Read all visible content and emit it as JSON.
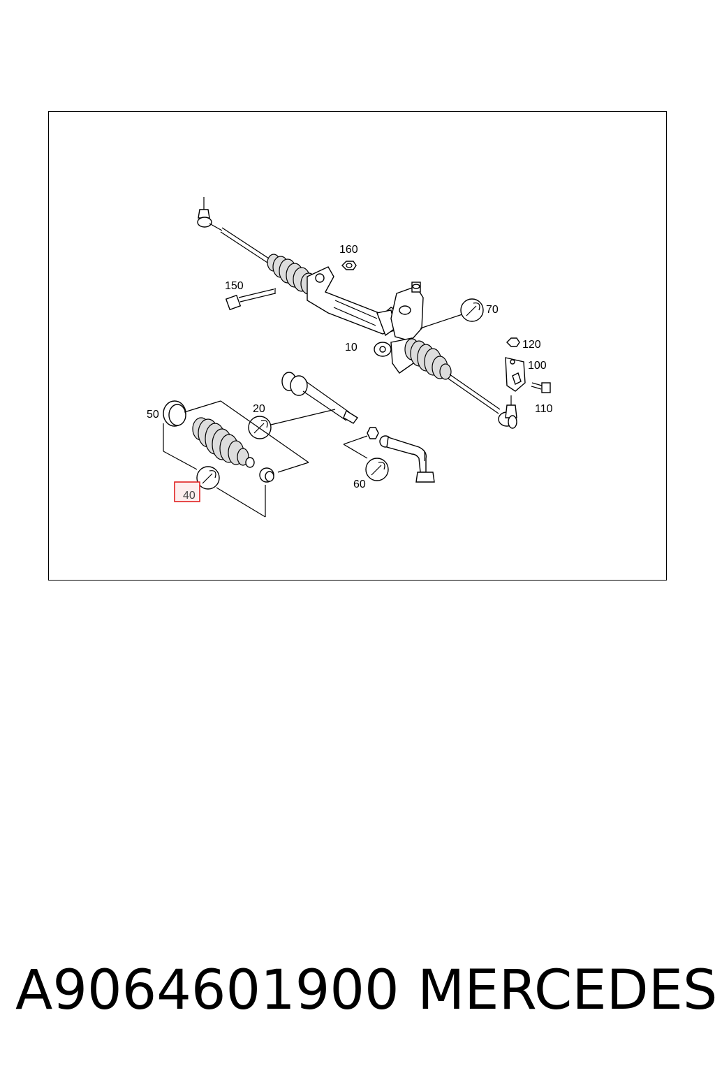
{
  "diagram": {
    "callouts": {
      "c10": "10",
      "c20": "20",
      "c40": "40",
      "c50": "50",
      "c60": "60",
      "c70": "70",
      "c100": "100",
      "c110": "110",
      "c120": "120",
      "c150": "150",
      "c160": "160"
    },
    "highlighted_callout": "40",
    "highlight_color": "#e02020"
  },
  "footer": {
    "part_number": "A9064601900",
    "brand": "MERCEDES"
  }
}
